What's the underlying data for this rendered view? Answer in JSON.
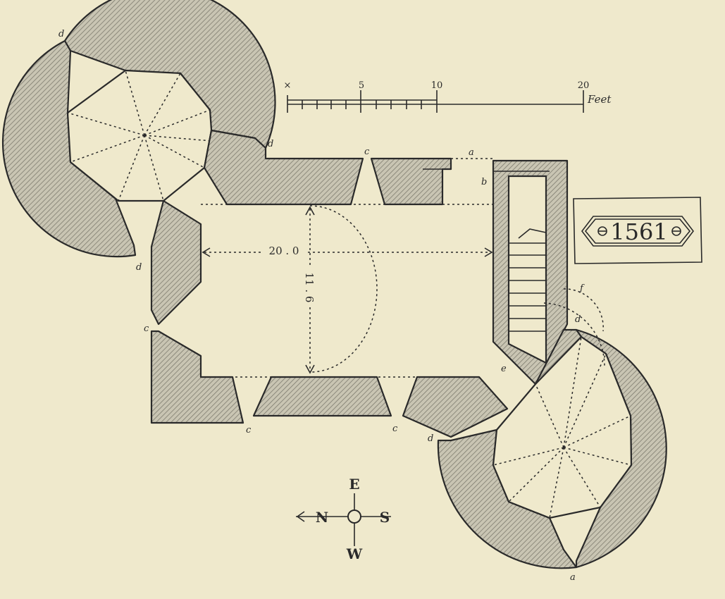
{
  "scale": {
    "ticks": [
      "×",
      "5",
      "10",
      "20"
    ],
    "unit": "Feet"
  },
  "dimensions": {
    "length": "20 . 0",
    "width": "11 . 6"
  },
  "date_stone": "1561",
  "letters": {
    "a": "a",
    "b": "b",
    "c": "c",
    "d": "d",
    "e": "e",
    "f": "f"
  },
  "compass": {
    "north": "N",
    "south": "S",
    "east": "E",
    "west": "W"
  },
  "colors": {
    "paper": "#efe9cc",
    "ink": "#2a2a2a"
  }
}
